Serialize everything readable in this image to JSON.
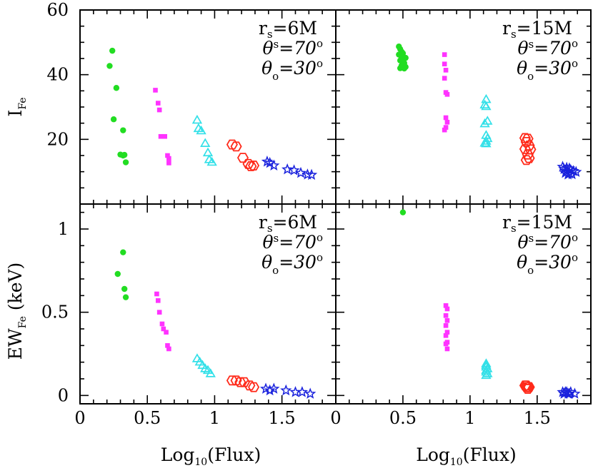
{
  "chart_data": [
    {
      "type": "scatter",
      "panel": "top-left",
      "ylabel": "I",
      "ylabel_sub": "Fe",
      "xlim": [
        0,
        1.9
      ],
      "ylim": [
        0,
        60
      ],
      "xticks": [
        "0",
        "0.5",
        "1",
        "1.5"
      ],
      "xtick_values": [
        0,
        0.5,
        1,
        1.5
      ],
      "yticks": [
        "20",
        "40",
        "60"
      ],
      "ytick_values": [
        20,
        40,
        60
      ],
      "annotation": {
        "rs": "6M",
        "theta_s": "70o",
        "theta_o": "30o"
      },
      "series": [
        {
          "color": "#22dd22",
          "marker": "dot",
          "x": [
            0.24,
            0.22,
            0.27,
            0.25,
            0.32,
            0.3,
            0.33,
            0.34,
            0.32
          ],
          "y": [
            47.4,
            42.7,
            35.9,
            26.2,
            22.8,
            15.3,
            15.2,
            12.9,
            15.0
          ]
        },
        {
          "color": "#ff33ff",
          "marker": "square",
          "x": [
            0.56,
            0.58,
            0.59,
            0.6,
            0.63,
            0.65,
            0.66,
            0.66
          ],
          "y": [
            35.2,
            31.2,
            29.1,
            20.9,
            20.9,
            15.0,
            14.1,
            12.7
          ]
        },
        {
          "color": "#33e0e8",
          "marker": "triangle",
          "x": [
            0.87,
            0.88,
            0.9,
            0.93,
            0.95,
            0.96,
            0.98
          ],
          "y": [
            25.9,
            23.3,
            22.6,
            18.7,
            15.8,
            13.7,
            12.9
          ]
        },
        {
          "color": "#ff2a1a",
          "marker": "hexagon",
          "x": [
            1.13,
            1.16,
            1.21,
            1.25,
            1.27,
            1.29
          ],
          "y": [
            18.4,
            17.8,
            14.3,
            12.4,
            11.7,
            11.9
          ]
        },
        {
          "color": "#1a22dd",
          "marker": "star",
          "x": [
            1.39,
            1.41,
            1.44,
            1.54,
            1.59,
            1.64,
            1.69,
            1.72
          ],
          "y": [
            13.1,
            12.7,
            11.9,
            10.7,
            10.4,
            9.6,
            9.1,
            9.0
          ]
        }
      ]
    },
    {
      "type": "scatter",
      "panel": "top-right",
      "xlim": [
        0,
        1.9
      ],
      "ylim": [
        0,
        60
      ],
      "xticks": [
        "0",
        "0.5",
        "1",
        "1.5"
      ],
      "xtick_values": [
        0,
        0.5,
        1,
        1.5
      ],
      "annotation": {
        "rs": "15M",
        "theta_s": "70o",
        "theta_o": "30o"
      },
      "series": [
        {
          "color": "#22dd22",
          "marker": "dot",
          "x": [
            0.47,
            0.48,
            0.49,
            0.5,
            0.47,
            0.49,
            0.52,
            0.48,
            0.5,
            0.51,
            0.49,
            0.52,
            0.48,
            0.51
          ],
          "y": [
            48.7,
            47.9,
            47.1,
            46.6,
            46.2,
            45.5,
            45.2,
            44.4,
            44.1,
            43.6,
            42.8,
            42.4,
            42.0,
            41.9
          ]
        },
        {
          "color": "#ff33ff",
          "marker": "square",
          "x": [
            0.81,
            0.81,
            0.82,
            0.81,
            0.82,
            0.83,
            0.82,
            0.83,
            0.82,
            0.81
          ],
          "y": [
            46.2,
            43.3,
            41.4,
            38.9,
            34.5,
            33.9,
            26.7,
            25.3,
            23.7,
            22.9
          ]
        },
        {
          "color": "#33e0e8",
          "marker": "triangle",
          "x": [
            1.12,
            1.11,
            1.12,
            1.13,
            1.11,
            1.12,
            1.13,
            1.12,
            1.11,
            1.12
          ],
          "y": [
            32.3,
            30.6,
            30.1,
            25.6,
            24.8,
            21.2,
            20.2,
            19.4,
            18.8,
            18.6
          ]
        },
        {
          "color": "#ff2a1a",
          "marker": "hexagon",
          "x": [
            1.41,
            1.43,
            1.42,
            1.44,
            1.41,
            1.45,
            1.43,
            1.44,
            1.42
          ],
          "y": [
            20.4,
            20.2,
            19.2,
            18.1,
            17.0,
            16.9,
            15.3,
            14.2,
            13.6
          ]
        },
        {
          "color": "#1a22dd",
          "marker": "star",
          "x": [
            1.69,
            1.72,
            1.74,
            1.7,
            1.75,
            1.77,
            1.72,
            1.79,
            1.71,
            1.74,
            1.76,
            1.73
          ],
          "y": [
            11.5,
            11.2,
            11.0,
            10.8,
            10.5,
            10.2,
            10.0,
            9.9,
            9.6,
            9.4,
            9.2,
            9.1
          ]
        }
      ]
    },
    {
      "type": "scatter",
      "panel": "bottom-left",
      "xlabel": "Log",
      "xlabel_sub": "10",
      "xlabel_rest": "(Flux)",
      "ylabel": "EW",
      "ylabel_sub": "Fe",
      "ylabel_rest": "(keV)",
      "xlim": [
        0,
        1.9
      ],
      "ylim": [
        -0.05,
        1.15
      ],
      "xticks": [
        "0",
        "0.5",
        "1",
        "1.5"
      ],
      "xtick_values": [
        0,
        0.5,
        1,
        1.5
      ],
      "yticks": [
        "0",
        "0.5",
        "1"
      ],
      "ytick_values": [
        0,
        0.5,
        1
      ],
      "annotation": {
        "rs": "6M",
        "theta_s": "70o",
        "theta_o": "30o"
      },
      "series": [
        {
          "color": "#22dd22",
          "marker": "dot",
          "x": [
            0.32,
            0.28,
            0.33,
            0.34
          ],
          "y": [
            0.86,
            0.73,
            0.64,
            0.59
          ]
        },
        {
          "color": "#ff33ff",
          "marker": "square",
          "x": [
            0.57,
            0.58,
            0.59,
            0.61,
            0.62,
            0.64,
            0.65,
            0.66
          ],
          "y": [
            0.61,
            0.57,
            0.5,
            0.43,
            0.4,
            0.38,
            0.3,
            0.28
          ]
        },
        {
          "color": "#33e0e8",
          "marker": "triangle",
          "x": [
            0.87,
            0.89,
            0.91,
            0.93,
            0.95,
            0.97
          ],
          "y": [
            0.22,
            0.2,
            0.18,
            0.16,
            0.15,
            0.13
          ]
        },
        {
          "color": "#ff2a1a",
          "marker": "hexagon",
          "x": [
            1.13,
            1.16,
            1.19,
            1.22,
            1.26,
            1.29
          ],
          "y": [
            0.09,
            0.09,
            0.08,
            0.08,
            0.06,
            0.05
          ]
        },
        {
          "color": "#1a22dd",
          "marker": "star",
          "x": [
            1.38,
            1.41,
            1.44,
            1.53,
            1.6,
            1.65,
            1.71
          ],
          "y": [
            0.04,
            0.03,
            0.04,
            0.03,
            0.02,
            0.02,
            0.01
          ]
        }
      ]
    },
    {
      "type": "scatter",
      "panel": "bottom-right",
      "xlabel": "Log",
      "xlabel_sub": "10",
      "xlabel_rest": "(Flux)",
      "xlim": [
        0,
        1.9
      ],
      "ylim": [
        -0.05,
        1.15
      ],
      "xticks": [
        "0",
        "0.5",
        "1",
        "1.5"
      ],
      "xtick_values": [
        0,
        0.5,
        1,
        1.5
      ],
      "annotation": {
        "rs": "15M",
        "theta_s": "70o",
        "theta_o": "30o"
      },
      "series": [
        {
          "color": "#22dd22",
          "marker": "dot",
          "x": [
            0.5
          ],
          "y": [
            1.1
          ]
        },
        {
          "color": "#ff33ff",
          "marker": "square",
          "x": [
            0.82,
            0.83,
            0.82,
            0.83,
            0.82,
            0.83,
            0.82,
            0.83,
            0.82,
            0.83
          ],
          "y": [
            0.54,
            0.52,
            0.48,
            0.45,
            0.42,
            0.38,
            0.36,
            0.32,
            0.31,
            0.28
          ]
        },
        {
          "color": "#33e0e8",
          "marker": "triangle",
          "x": [
            1.12,
            1.12,
            1.12,
            1.13,
            1.12,
            1.12,
            1.13,
            1.12
          ],
          "y": [
            0.19,
            0.18,
            0.17,
            0.16,
            0.15,
            0.14,
            0.13,
            0.12
          ]
        },
        {
          "color": "#ff2a1a",
          "marker": "hexagon",
          "x": [
            1.41,
            1.42,
            1.43,
            1.44,
            1.42,
            1.43,
            1.44
          ],
          "y": [
            0.06,
            0.06,
            0.05,
            0.05,
            0.05,
            0.04,
            0.05
          ]
        },
        {
          "color": "#1a22dd",
          "marker": "star",
          "x": [
            1.69,
            1.71,
            1.73,
            1.75,
            1.7,
            1.74,
            1.78,
            1.72
          ],
          "y": [
            0.02,
            0.02,
            0.01,
            0.02,
            0.01,
            0.01,
            0.01,
            0.02
          ]
        }
      ]
    }
  ]
}
